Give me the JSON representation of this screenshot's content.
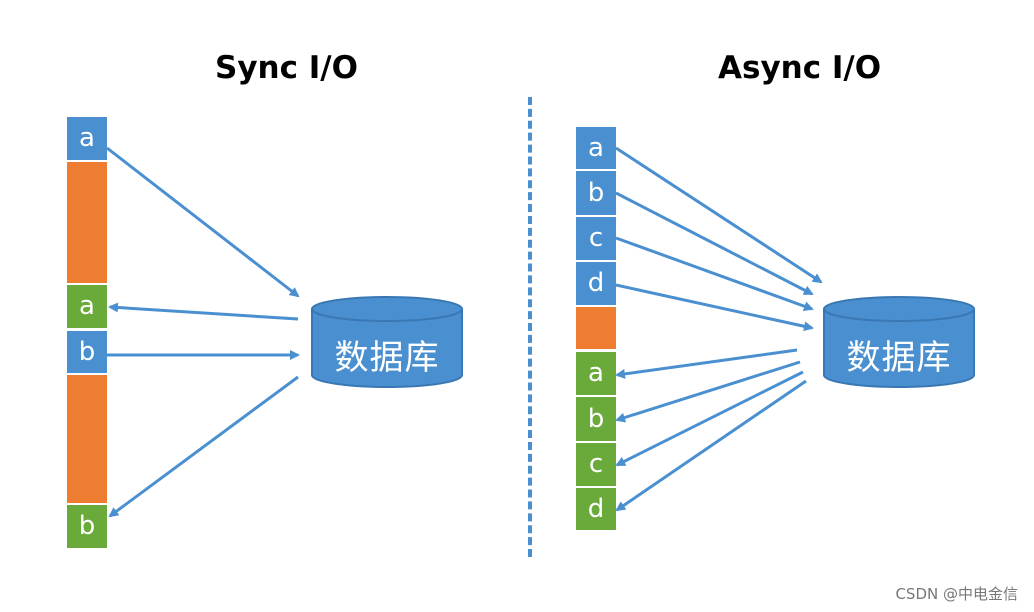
{
  "sync": {
    "title": "Sync I/O",
    "blocks": [
      "a",
      "a",
      "b",
      "b"
    ]
  },
  "async": {
    "title": "Async I/O",
    "requests": [
      "a",
      "b",
      "c",
      "d"
    ],
    "responses": [
      "a",
      "b",
      "c",
      "d"
    ]
  },
  "database": {
    "label": "数据库"
  },
  "watermark": "CSDN @中电金信",
  "colors": {
    "request": "#4a90d0",
    "response": "#6aaa3a",
    "waiting": "#ef7d31",
    "arrow": "#4a90d0",
    "divider": "#4a90d0"
  }
}
